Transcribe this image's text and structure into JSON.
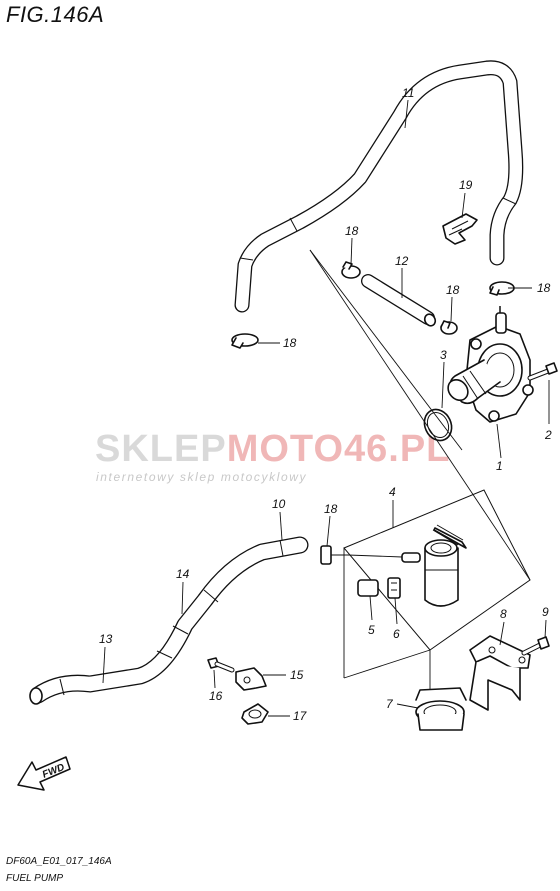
{
  "figure": {
    "title": "FIG.146A",
    "code": "DF60A_E01_017_146A",
    "caption": "FUEL PUMP"
  },
  "watermark": {
    "part1": "SKLEP",
    "part2": "MOTO46.PL",
    "subtitle": "internetowy sklep motocyklowy"
  },
  "callouts": [
    {
      "id": "c11",
      "label": "11"
    },
    {
      "id": "c19",
      "label": "19"
    },
    {
      "id": "c18a",
      "label": "18"
    },
    {
      "id": "c12",
      "label": "12"
    },
    {
      "id": "c18b",
      "label": "18"
    },
    {
      "id": "c18c",
      "label": "18"
    },
    {
      "id": "c18d",
      "label": "18"
    },
    {
      "id": "c3",
      "label": "3"
    },
    {
      "id": "c2",
      "label": "2"
    },
    {
      "id": "c1",
      "label": "1"
    },
    {
      "id": "c4",
      "label": "4"
    },
    {
      "id": "c10",
      "label": "10"
    },
    {
      "id": "c18e",
      "label": "18"
    },
    {
      "id": "c14",
      "label": "14"
    },
    {
      "id": "c13",
      "label": "13"
    },
    {
      "id": "c5",
      "label": "5"
    },
    {
      "id": "c6",
      "label": "6"
    },
    {
      "id": "c8",
      "label": "8"
    },
    {
      "id": "c9",
      "label": "9"
    },
    {
      "id": "c15",
      "label": "15"
    },
    {
      "id": "c16",
      "label": "16"
    },
    {
      "id": "c7",
      "label": "7"
    },
    {
      "id": "c17",
      "label": "17"
    }
  ],
  "fwd_label": "FWD"
}
